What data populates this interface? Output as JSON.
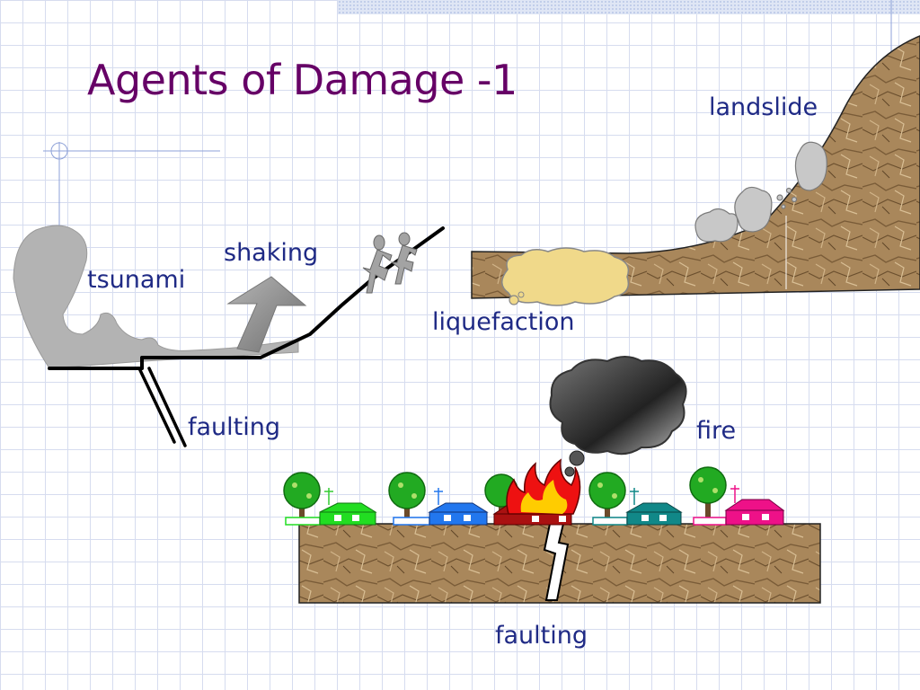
{
  "slide": {
    "title": "Agents of Damage  -1"
  },
  "labels": {
    "landslide": "landslide",
    "shaking": "shaking",
    "tsunami": "tsunami",
    "liquefaction": "liquefaction",
    "faulting_left": "faulting",
    "fire": "fire",
    "faulting_bottom": "faulting"
  },
  "colors": {
    "title": "#660066",
    "label": "#1f2a85",
    "ground": "#a9875b",
    "smoke": "#555555",
    "sand": "#f0d98a",
    "house_green": "#22dd22",
    "house_blue": "#2277ee",
    "house_red": "#aa1111",
    "house_teal": "#118888",
    "house_pink": "#ee1188"
  }
}
